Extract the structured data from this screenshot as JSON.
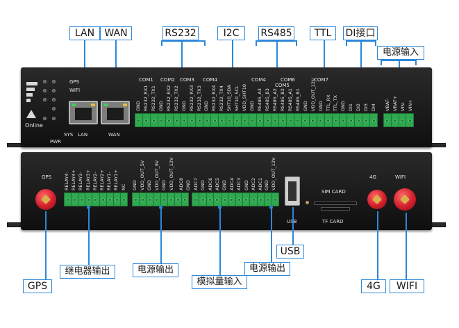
{
  "callouts": {
    "lan": "LAN",
    "wan": "WAN",
    "rs232": "RS232",
    "i2c": "I2C",
    "rs485": "RS485",
    "ttl": "TTL",
    "di": "DI接口",
    "power_in_top": "电源输入",
    "usb": "USB",
    "gps": "GPS",
    "relay_out": "继电器输出",
    "power_out_left": "电源输出",
    "analog_in": "模拟量输入",
    "power_out_right": "电源输出",
    "four_g": "4G",
    "wifi": "WIFI"
  },
  "front_panel": {
    "leds": [
      "GPS",
      "WIFI",
      "SYS",
      "PWR"
    ],
    "ports": [
      "LAN",
      "WAN"
    ],
    "online": "Online",
    "com_labels": [
      "COM1",
      "COM2",
      "COM3",
      "COM4",
      "COM4",
      "COM5",
      "COM6",
      "COM7"
    ],
    "pins": [
      "GND",
      "RS232_RX1",
      "RS232_TX1",
      "GND",
      "RS232_RX2",
      "RS232_TX2",
      "GND",
      "RS232_RX3",
      "RS232_TX3",
      "GND",
      "RS232_RX4",
      "RS232_TX4",
      "SHT10_SDA",
      "SHT10_SCL",
      "VDD_SHT10",
      "GND",
      "RS485_A3",
      "RS485_B3",
      "RS485_A2",
      "RS485_B2",
      "RS485_A1",
      "RS485_B1",
      "GND",
      "VDD_OUT_12V",
      "GND",
      "TTL_RX",
      "TTL_TX",
      "GND",
      "DI1",
      "DI2",
      "DI3",
      "DI4"
    ],
    "power_pins": [
      "VBAT-",
      "VBAT+",
      "VIN-",
      "VIN+"
    ]
  },
  "rear_panel": {
    "gps": "GPS",
    "four_g": "4G",
    "wifi": "WIFI",
    "sim": "SIM CARD",
    "tf": "TF CARD",
    "usb": "USB",
    "relay_pins": [
      "RELAY4-",
      "RELAY4+",
      "RELAY3-",
      "RELAY3+",
      "RELAY2-",
      "RELAY2+",
      "RELAY1-",
      "RELAY1+",
      "NC"
    ],
    "power_pins": [
      "GND",
      "VDD_OUT_5V",
      "GND",
      "VDD_OUT_9V",
      "GND",
      "VDD_OUT_12V"
    ],
    "adc_pins": [
      "ADC8",
      "GND",
      "ADC7",
      "GND",
      "ADC6",
      "ADC5",
      "GND",
      "ADC4",
      "ADC3",
      "GND",
      "ADC2",
      "ADC1"
    ],
    "power_out_right_pins": [
      "GND",
      "VDD_OUT_12V"
    ]
  }
}
